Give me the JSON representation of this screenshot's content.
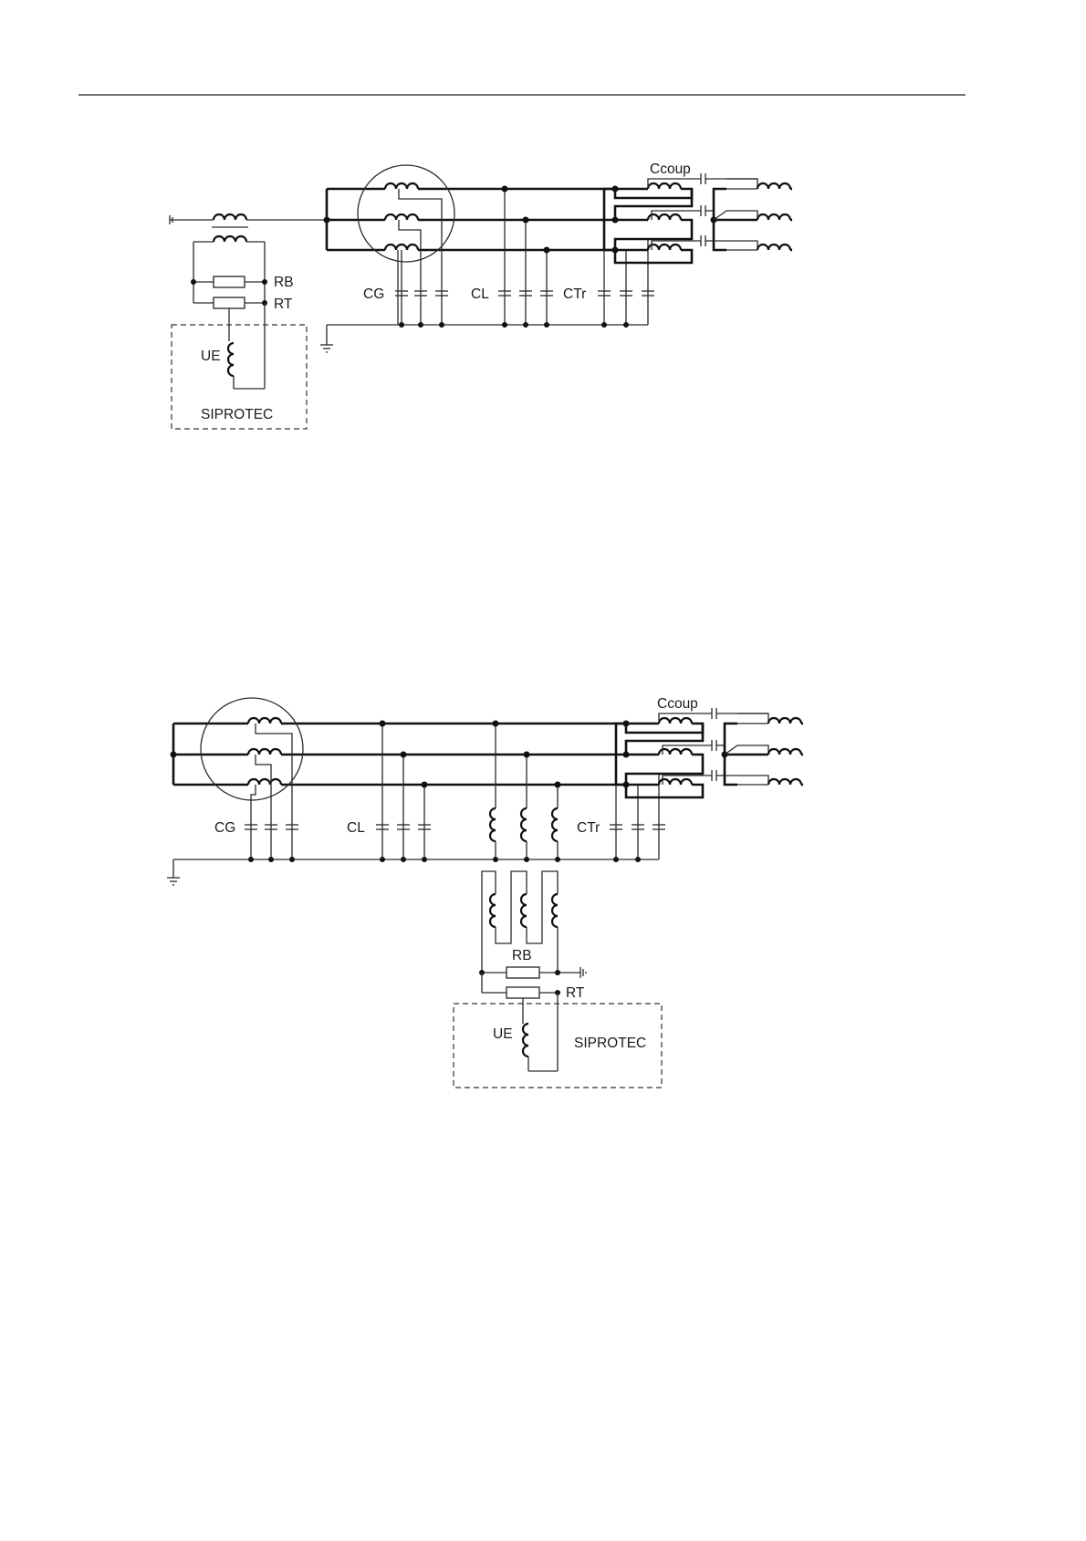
{
  "diagrams": [
    {
      "labels": {
        "ccoup": "Ccoup",
        "cg": "CG",
        "cl": "CL",
        "ctr": "CTr",
        "rb": "RB",
        "rt": "RT",
        "ue": "UE",
        "device": "SIPROTEC"
      }
    },
    {
      "labels": {
        "ccoup": "Ccoup",
        "cg": "CG",
        "cl": "CL",
        "ctr": "CTr",
        "rb": "RB",
        "rt": "RT",
        "ue": "UE",
        "device": "SIPROTEC"
      }
    }
  ]
}
